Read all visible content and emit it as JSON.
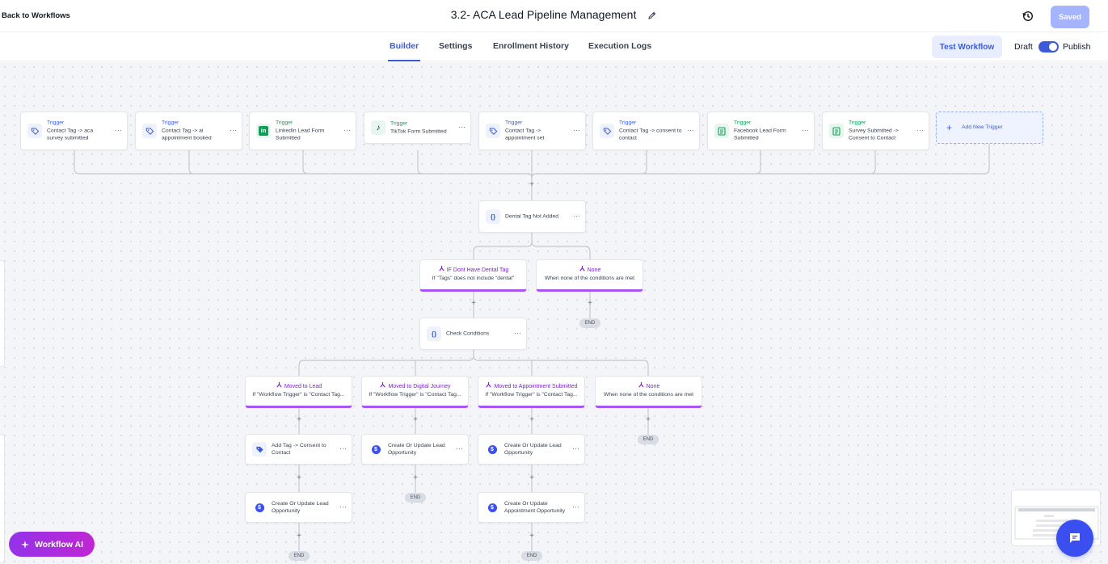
{
  "header": {
    "back_label": "Back to Workflows",
    "title": "3.2- ACA Lead Pipeline Management",
    "saved_label": "Saved"
  },
  "tabs": [
    {
      "label": "Builder",
      "active": true
    },
    {
      "label": "Settings",
      "active": false
    },
    {
      "label": "Enrollment History",
      "active": false
    },
    {
      "label": "Execution Logs",
      "active": false
    }
  ],
  "actions": {
    "test_label": "Test Workflow",
    "draft_label": "Draft",
    "publish_label": "Publish",
    "publish_on": true
  },
  "triggers": [
    {
      "tag": "Trigger",
      "label": "Contact Tag -> aca survey submitted",
      "icon": "tag-icon"
    },
    {
      "tag": "Trigger",
      "label": "Contact Tag -> ai appointment booked",
      "icon": "tag-icon"
    },
    {
      "tag": "Trigger",
      "label": "LinkedIn Lead Form Submitted",
      "icon": "linkedin-icon"
    },
    {
      "tag": "Trigger",
      "label": "TikTok Form Submitted",
      "icon": "tiktok-icon"
    },
    {
      "tag": "Trigger",
      "label": "Contact Tag -> appointment set",
      "icon": "tag-icon"
    },
    {
      "tag": "Trigger",
      "label": "Contact Tag -> consent to contact",
      "icon": "tag-icon"
    },
    {
      "tag": "Trigger",
      "label": "Facebook Lead Form Submitted",
      "icon": "form-icon"
    },
    {
      "tag": "Trigger",
      "label": "Survey Submitted -> Consent to Contact",
      "icon": "form-icon"
    }
  ],
  "add_trigger_label": "Add New Trigger",
  "condition1": {
    "label": "Dental Tag Not Added"
  },
  "branches1": [
    {
      "title": "IF Dont Have Dental Tag",
      "desc": "If \"Tags\" does not include \"dental\""
    },
    {
      "title": "None",
      "desc": "When none of the conditions are met"
    }
  ],
  "condition2": {
    "label": "Check Conditions"
  },
  "branches2": [
    {
      "title": "Moved to Lead",
      "desc": "If \"Workflow Trigger\" is \"Contact Tag..."
    },
    {
      "title": "Moved to Digital Journey",
      "desc": "If \"Workflow Trigger\" is \"Contact Tag..."
    },
    {
      "title": "Moved to Appointment Submitted",
      "desc": "If \"Workflow Trigger\" is \"Contact Tag..."
    },
    {
      "title": "None",
      "desc": "When none of the conditions are met"
    }
  ],
  "actions_nodes": {
    "lead_1": "Add Tag -> Consent to Contact",
    "lead_2": "Create Or Update Lead Opportunity",
    "digital_1": "Create Or Update Lead Opportunity",
    "appt_1": "Create Or Update Lead Opportunity",
    "appt_2": "Create Or Update Appointment Opportunity"
  },
  "end_label": "END",
  "ai_button_label": "Workflow AI",
  "colors": {
    "accent": "#3b5bdb",
    "branch": "#a855f7",
    "saved_button": "#a5b4fc",
    "chat_button": "#3b4ef0"
  }
}
